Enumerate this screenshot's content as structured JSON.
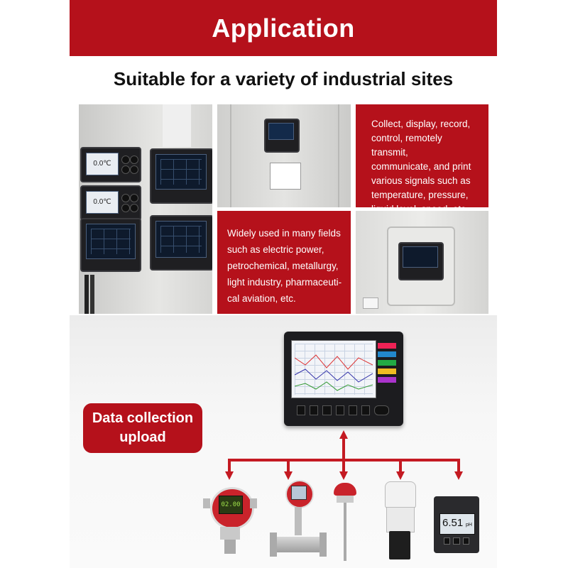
{
  "header": {
    "title": "Application"
  },
  "subtitle": "Suitable for a variety of industrial sites",
  "panels": {
    "collect_text": "Collect, display, record, control, remotely transmit, communicate, and print various signals such as temperature, pressure, liquid level, speed, etc.",
    "fields_text_lines": [
      "Widely used in many fields",
      "such as electric power,",
      "petrochemical, metallurgy,",
      "light industry, pharmaceuti-",
      "cal aviation, etc."
    ],
    "collect_text_lines": [
      "Collect, display, record,",
      "control, remotely transmit,",
      "communicate, and print",
      "various signals such as",
      "temperature, pressure,",
      "liquid level, speed, etc."
    ]
  },
  "upload": {
    "line1": "Data collection",
    "line2": "upload"
  },
  "devices": {
    "display_value_1": "0.0°C",
    "ph_value": "6.51",
    "ph_unit": "pH"
  },
  "colors": {
    "brand_red": "#b5111b",
    "arrow_red": "#c41a22"
  }
}
